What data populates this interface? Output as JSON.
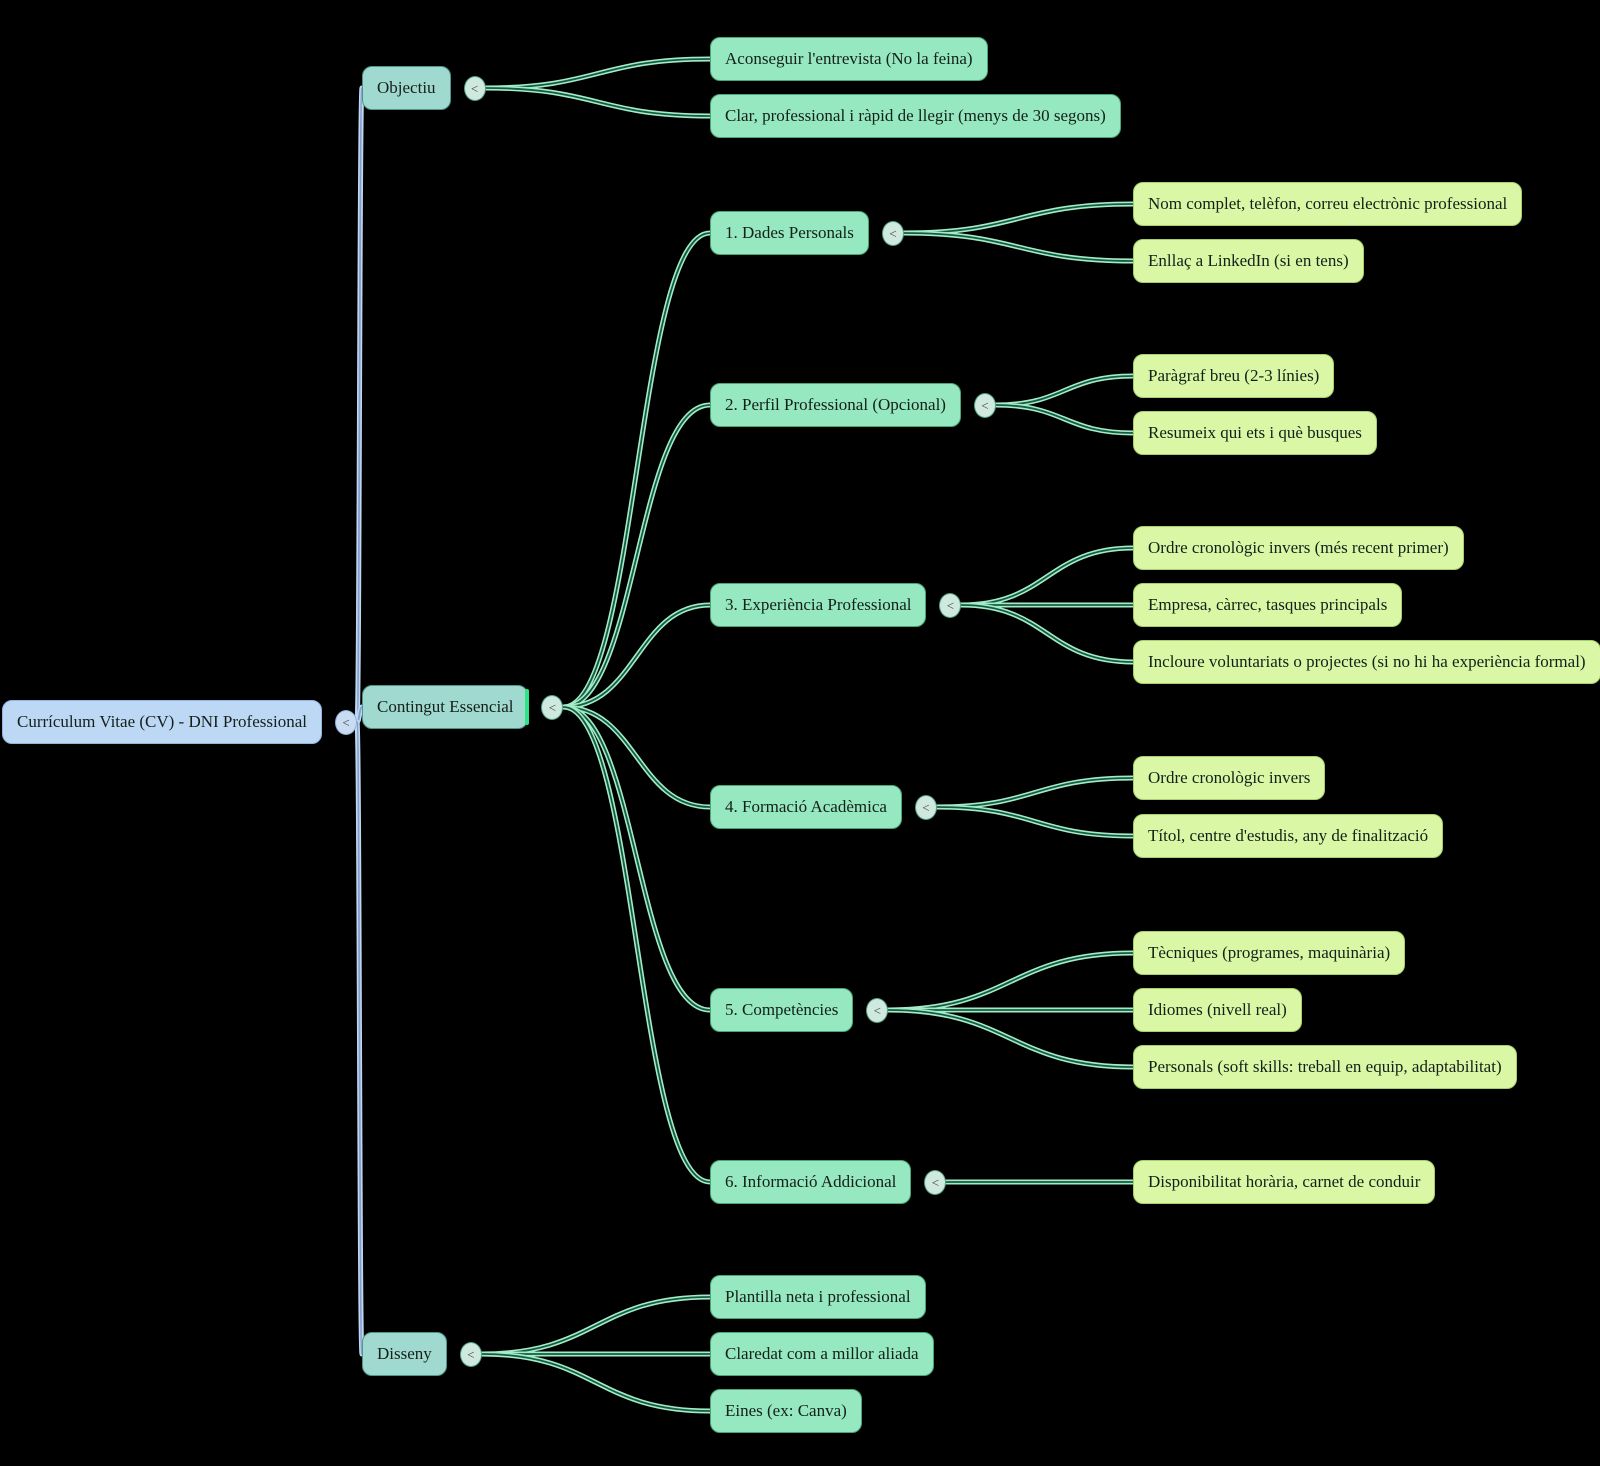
{
  "ui": {
    "collapse_glyph": "<"
  },
  "colors": {
    "background": "#000000",
    "root_fill": "#bdd8f5",
    "level1_fill": "#9fd9cf",
    "level2_fill": "#95e8c0",
    "level3_fill": "#daf7a5",
    "link_blue": "#c3d6f0",
    "link_green": "#a4ebc8",
    "expand_strip": "#2fe387"
  },
  "mindmap": {
    "root": {
      "label": "Currículum Vitae (CV) - DNI Professional",
      "children": [
        {
          "label": "Objectiu",
          "children": [
            {
              "label": "Aconseguir l'entrevista (No la feina)"
            },
            {
              "label": "Clar, professional i ràpid de llegir (menys de 30 segons)"
            }
          ]
        },
        {
          "label": "Contingut Essencial",
          "children": [
            {
              "label": "1. Dades Personals",
              "children": [
                {
                  "label": "Nom complet, telèfon, correu electrònic professional"
                },
                {
                  "label": "Enllaç a LinkedIn (si en tens)"
                }
              ]
            },
            {
              "label": "2. Perfil Professional (Opcional)",
              "children": [
                {
                  "label": "Paràgraf breu (2-3 línies)"
                },
                {
                  "label": "Resumeix qui ets i què busques"
                }
              ]
            },
            {
              "label": "3. Experiència Professional",
              "children": [
                {
                  "label": "Ordre cronològic invers (més recent primer)"
                },
                {
                  "label": "Empresa, càrrec, tasques principals"
                },
                {
                  "label": "Incloure voluntariats o projectes (si no hi ha experiència formal)"
                }
              ]
            },
            {
              "label": "4. Formació Acadèmica",
              "children": [
                {
                  "label": "Ordre cronològic invers"
                },
                {
                  "label": "Títol, centre d'estudis, any de finalització"
                }
              ]
            },
            {
              "label": "5. Competències",
              "children": [
                {
                  "label": "Tècniques (programes, maquinària)"
                },
                {
                  "label": "Idiomes (nivell real)"
                },
                {
                  "label": "Personals (soft skills: treball en equip, adaptabilitat)"
                }
              ]
            },
            {
              "label": "6. Informació Addicional",
              "children": [
                {
                  "label": "Disponibilitat horària, carnet de conduir"
                }
              ]
            }
          ]
        },
        {
          "label": "Disseny",
          "children": [
            {
              "label": "Plantilla neta i professional"
            },
            {
              "label": "Claredat com a millor aliada"
            },
            {
              "label": "Eines (ex: Canva)"
            }
          ]
        }
      ]
    }
  }
}
